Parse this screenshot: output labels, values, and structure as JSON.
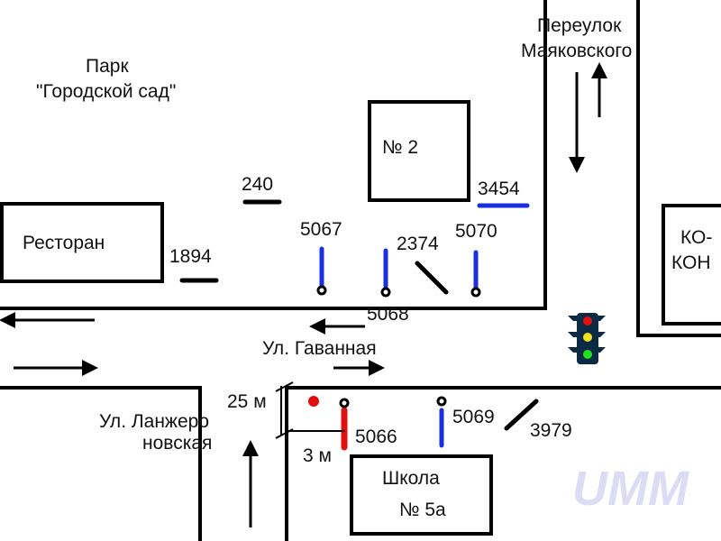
{
  "labels": {
    "park_line1": "Парк",
    "park_line2": "\"Городской сад\"",
    "lane_line1": "Переулок",
    "lane_line2": "Маяковского",
    "restaurant": "Ресторан",
    "building_2": "№ 2",
    "kokon_line1": "КО-",
    "kokon_line2": "КОН",
    "street_gavannaya": "Ул. Гаванная",
    "street_lanzh_line1": "Ул. Ланжеро",
    "street_lanzh_line2": "новская",
    "school_line1": "Школа",
    "school_line2": "№ 5а",
    "dim_25": "25 м",
    "dim_3": "3 м",
    "watermark": "UMM"
  },
  "signs": {
    "s240": "240",
    "s1894": "1894",
    "s5067": "5067",
    "s2374": "2374",
    "s5070": "5070",
    "s3454": "3454",
    "s5068": "5068",
    "s5066": "5066",
    "s5069": "5069",
    "s3979": "3979"
  },
  "colors": {
    "blue": "#1a2fe0",
    "red": "#e01010",
    "road": "#000000"
  }
}
